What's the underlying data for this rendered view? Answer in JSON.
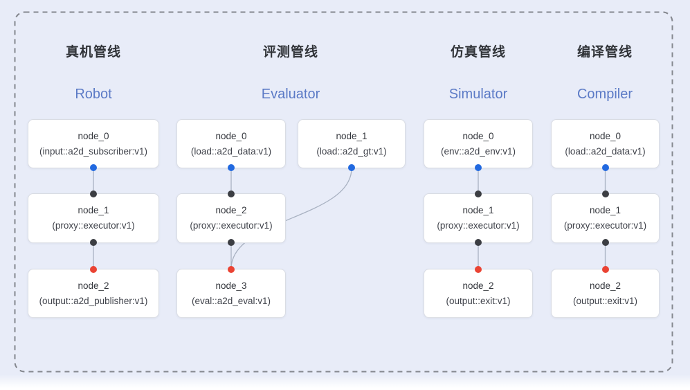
{
  "pipelines": [
    {
      "id": "robot",
      "title_zh": "真机管线",
      "title_en": "Robot",
      "nodes": [
        {
          "name": "node_0",
          "type": "(input::a2d_subscriber:v1)"
        },
        {
          "name": "node_1",
          "type": "(proxy::executor:v1)"
        },
        {
          "name": "node_2",
          "type": "(output::a2d_publisher:v1)"
        }
      ]
    },
    {
      "id": "evaluator",
      "title_zh": "评测管线",
      "title_en": "Evaluator",
      "nodes": [
        {
          "name": "node_0",
          "type": "(load::a2d_data:v1)"
        },
        {
          "name": "node_1",
          "type": "(load::a2d_gt:v1)"
        },
        {
          "name": "node_2",
          "type": "(proxy::executor:v1)"
        },
        {
          "name": "node_3",
          "type": "(eval::a2d_eval:v1)"
        }
      ]
    },
    {
      "id": "simulator",
      "title_zh": "仿真管线",
      "title_en": "Simulator",
      "nodes": [
        {
          "name": "node_0",
          "type": "(env::a2d_env:v1)"
        },
        {
          "name": "node_1",
          "type": "(proxy::executor:v1)"
        },
        {
          "name": "node_2",
          "type": "(output::exit:v1)"
        }
      ]
    },
    {
      "id": "compiler",
      "title_zh": "编译管线",
      "title_en": "Compiler",
      "nodes": [
        {
          "name": "node_0",
          "type": "(load::a2d_data:v1)"
        },
        {
          "name": "node_1",
          "type": "(proxy::executor:v1)"
        },
        {
          "name": "node_2",
          "type": "(output::exit:v1)"
        }
      ]
    }
  ],
  "edges": [
    {
      "from": "robot/node_0",
      "to": "robot/node_1"
    },
    {
      "from": "robot/node_1",
      "to": "robot/node_2"
    },
    {
      "from": "evaluator/node_0",
      "to": "evaluator/node_2"
    },
    {
      "from": "evaluator/node_1",
      "to": "evaluator/node_3"
    },
    {
      "from": "evaluator/node_2",
      "to": "evaluator/node_3"
    },
    {
      "from": "simulator/node_0",
      "to": "simulator/node_1"
    },
    {
      "from": "simulator/node_1",
      "to": "simulator/node_2"
    },
    {
      "from": "compiler/node_0",
      "to": "compiler/node_1"
    },
    {
      "from": "compiler/node_1",
      "to": "compiler/node_2"
    }
  ],
  "colors": {
    "bg": "#e8ecf8",
    "handle_source": "#2169e0",
    "handle_mid": "#3c3e43",
    "handle_target": "#ea4333",
    "edge": "#a9b2c2",
    "title_en": "#5b7ac6",
    "title_zh": "#313439",
    "node_border": "#d9dce3",
    "node_bg": "#ffffff",
    "dash": "#85888f"
  }
}
